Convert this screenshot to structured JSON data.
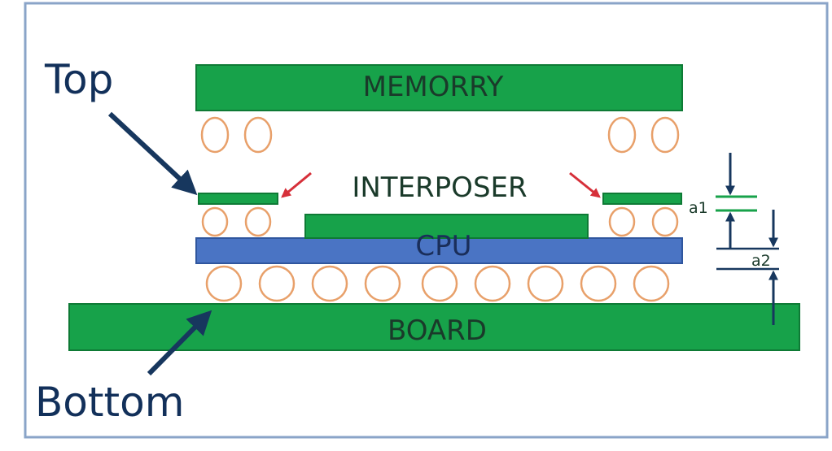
{
  "labels": {
    "top": "Top",
    "bottom": "Bottom",
    "memory": "MEMORRY",
    "interposer": "INTERPOSER",
    "cpu": "CPU",
    "board": "BOARD",
    "a1": "a1",
    "a2": "a2"
  },
  "colors": {
    "frame": "#8aa4c8",
    "green_fill": "#17a24a",
    "green_stroke": "#0e7a35",
    "blue_fill": "#4a74c4",
    "blue_stroke": "#2f569e",
    "ball_stroke": "#e8a06a",
    "navy": "#17375e",
    "red_arrow": "#d6303a",
    "text_dark": "#1a3a2a",
    "label_text": "#12305a"
  }
}
